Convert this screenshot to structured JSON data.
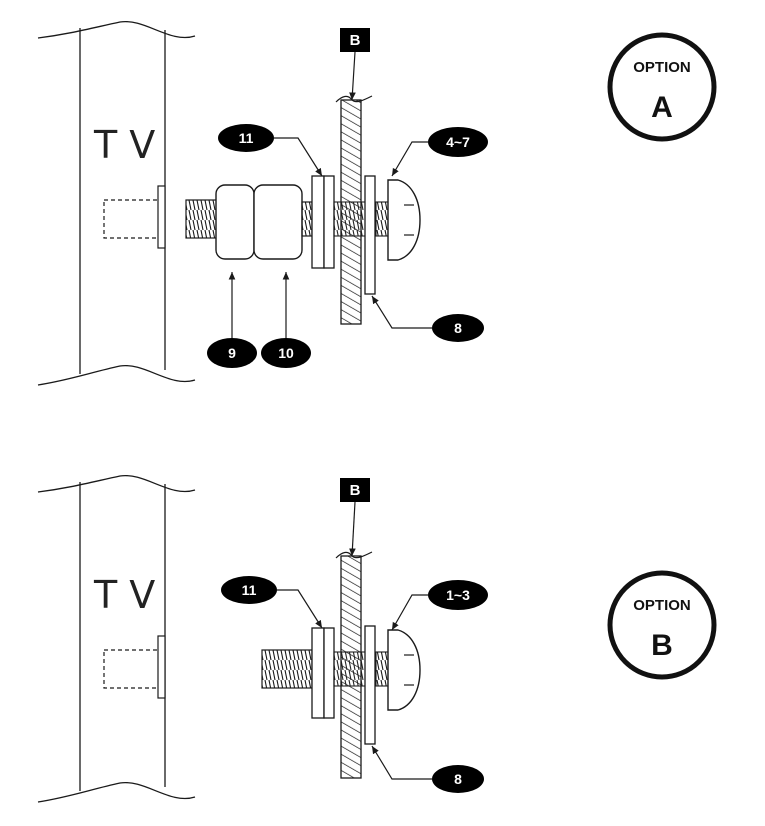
{
  "option_a": {
    "tv_label": "T V",
    "wall_label": "B",
    "option_word": "OPTION",
    "option_letter": "A",
    "callouts": {
      "washer": "11",
      "screw": "4~7",
      "spacer": "8",
      "nut_left": "9",
      "nut_right": "10"
    }
  },
  "option_b": {
    "tv_label": "T V",
    "wall_label": "B",
    "option_word": "OPTION",
    "option_letter": "B",
    "callouts": {
      "washer": "11",
      "screw": "1~3",
      "spacer": "8"
    }
  },
  "colors": {
    "line": "#1a1a1a",
    "fill_dark": "#000000",
    "background": "#ffffff"
  }
}
